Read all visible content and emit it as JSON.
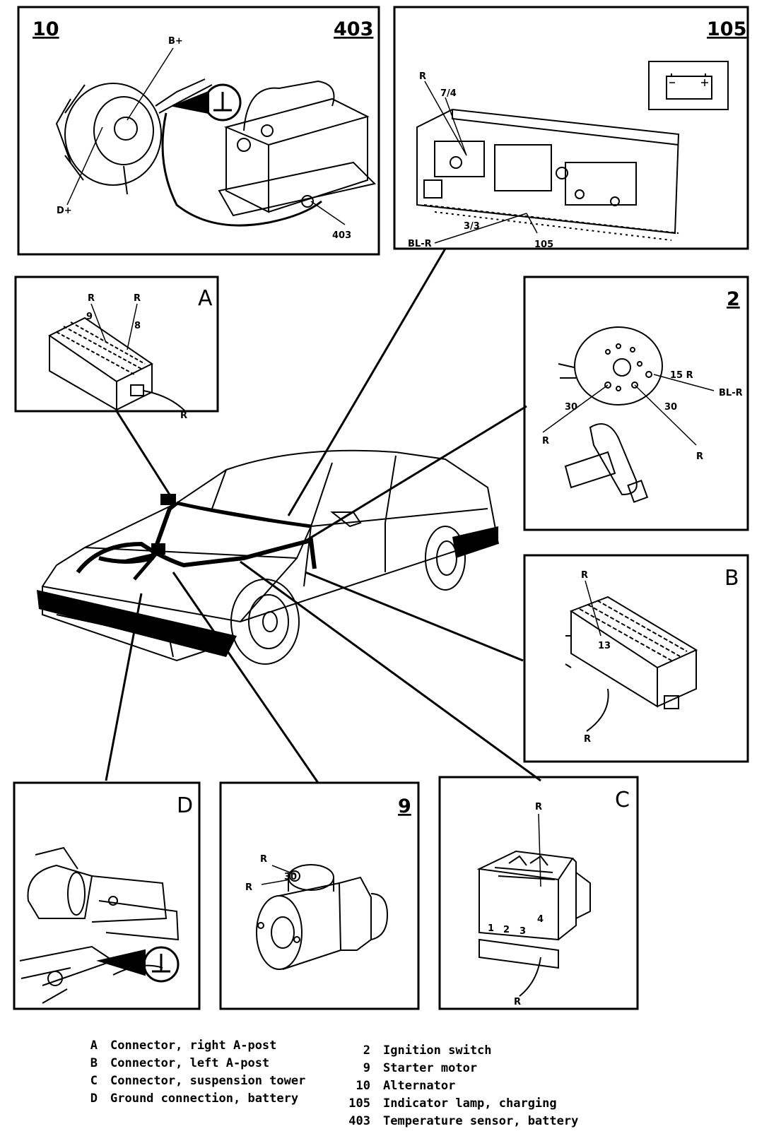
{
  "panels": {
    "p10_403": {
      "left_num": "10",
      "right_num": "403",
      "labels": {
        "bplus": "B+",
        "dplus": "D+",
        "num403": "403"
      }
    },
    "p105": {
      "num": "105",
      "labels": {
        "r": "R",
        "n74": "7/4",
        "n33": "3/3",
        "blr": "BL-R",
        "n105": "105"
      }
    },
    "pA": {
      "letter": "A",
      "labels": {
        "r1": "R",
        "r2": "R",
        "n9": "9",
        "n8": "8",
        "r3": "R"
      }
    },
    "p2": {
      "num": "2",
      "labels": {
        "n15r": "15 R",
        "blr": "BL-R",
        "n30a": "30",
        "n30b": "30",
        "r1": "R",
        "r2": "R"
      }
    },
    "pB": {
      "letter": "B",
      "labels": {
        "r1": "R",
        "n13": "13",
        "r2": "R"
      }
    },
    "pD": {
      "letter": "D"
    },
    "p9": {
      "num": "9",
      "labels": {
        "r1": "R",
        "n30": "30",
        "r2": "R"
      }
    },
    "pC": {
      "letter": "C",
      "labels": {
        "r1": "R",
        "pins": [
          "1",
          "2",
          "3",
          "4"
        ],
        "r2": "R"
      }
    }
  },
  "ground_symbol": "ground-icon",
  "battery_icon": "battery-icon",
  "legend_left": [
    {
      "code": "A",
      "text": "Connector, right A-post"
    },
    {
      "code": "B",
      "text": "Connector, left A-post"
    },
    {
      "code": "C",
      "text": "Connector, suspension tower"
    },
    {
      "code": "D",
      "text": "Ground connection, battery"
    }
  ],
  "legend_right": [
    {
      "code": "2",
      "text": "Ignition switch"
    },
    {
      "code": "9",
      "text": "Starter motor"
    },
    {
      "code": "10",
      "text": "Alternator"
    },
    {
      "code": "105",
      "text": "Indicator lamp, charging"
    },
    {
      "code": "403",
      "text": "Temperature sensor, battery"
    }
  ],
  "colors": {
    "ink": "#000000",
    "paper": "#ffffff"
  }
}
